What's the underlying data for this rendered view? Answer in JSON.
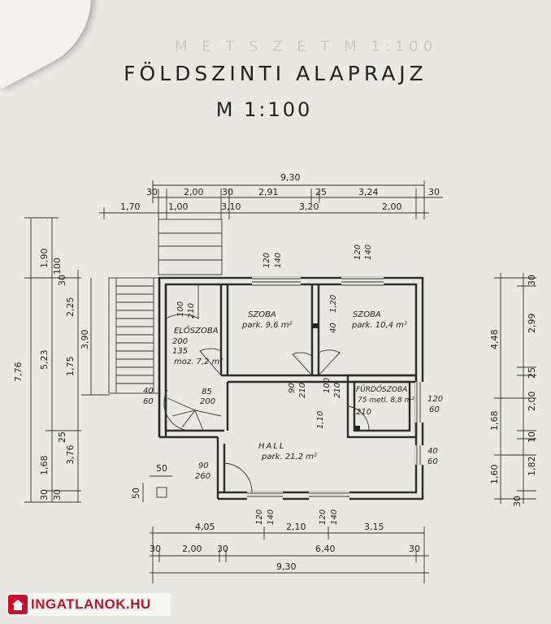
{
  "title": "FÖLDSZINTI ALAPRAJZ",
  "scale": "M 1:100",
  "watermark": "INGATLANOK.HU",
  "ghost_text": [
    "M E T S Z E T  M 1:100"
  ],
  "rooms": {
    "eloszoba": {
      "name": "ELŐSZOBA",
      "floor": "moz. 7,2 m²"
    },
    "szoba1": {
      "name": "SZOBA",
      "floor": "park. 9,6 m²"
    },
    "szoba2": {
      "name": "SZOBA",
      "floor": "park. 10,4 m²"
    },
    "furdoszoba": {
      "name": "FÜRDŐSZOBA",
      "floor": "75 metl. 8,8 m²"
    },
    "hall": {
      "name": "HALL",
      "floor": "park. 21,2 m²"
    }
  },
  "top_dims": {
    "total": "9,30",
    "row1": [
      "30",
      "2,00",
      "30",
      "2,91",
      "25",
      "3,24",
      "30"
    ],
    "row2": [
      "1,70",
      "1,00",
      "3,10",
      "3,20",
      "2,00"
    ]
  },
  "bottom_dims": {
    "row1": [
      "4,05",
      "2,10",
      "3,15"
    ],
    "row2": [
      "30",
      "2,00",
      "30",
      "6,40",
      "30"
    ],
    "total": "9,30"
  },
  "left_dims": {
    "outer": "7,76",
    "col1": [
      "1,90",
      "5,23",
      "1,68",
      "30"
    ],
    "col2": [
      "30",
      "100",
      "2,25",
      "1,75",
      "25",
      "3,76",
      "30"
    ],
    "col3": [
      "3,90"
    ]
  },
  "right_dims": {
    "col1": [
      "4,48",
      "1,68",
      "1,60"
    ],
    "col2": [
      "30",
      "2,99",
      "25",
      "2,00",
      "10",
      "1,82",
      "30"
    ]
  },
  "openings": {
    "w_top_left": [
      "120",
      "140"
    ],
    "w_top_right": [
      "120",
      "140"
    ],
    "d_eloszoba": [
      "100",
      "210"
    ],
    "eloszoba_inner": [
      "200",
      "135"
    ],
    "d_stair": [
      "85",
      "200"
    ],
    "d_szoba1": [
      "90",
      "210"
    ],
    "d_szoba2": [
      "100",
      "210"
    ],
    "d_bath": [
      "1,10"
    ],
    "w_szoba2_side": [
      "1,20",
      "40"
    ],
    "w_bath_right": [
      "120",
      "60"
    ],
    "bath_door": [
      "210"
    ],
    "w_hall_right": [
      "40",
      "60"
    ],
    "d_entry": [
      "90",
      "260"
    ],
    "w_bottom_left": [
      "120",
      "140"
    ],
    "w_bottom_right": [
      "120",
      "140"
    ],
    "stair_40": [
      "40",
      "60"
    ],
    "chimney": [
      "50",
      "50"
    ]
  }
}
